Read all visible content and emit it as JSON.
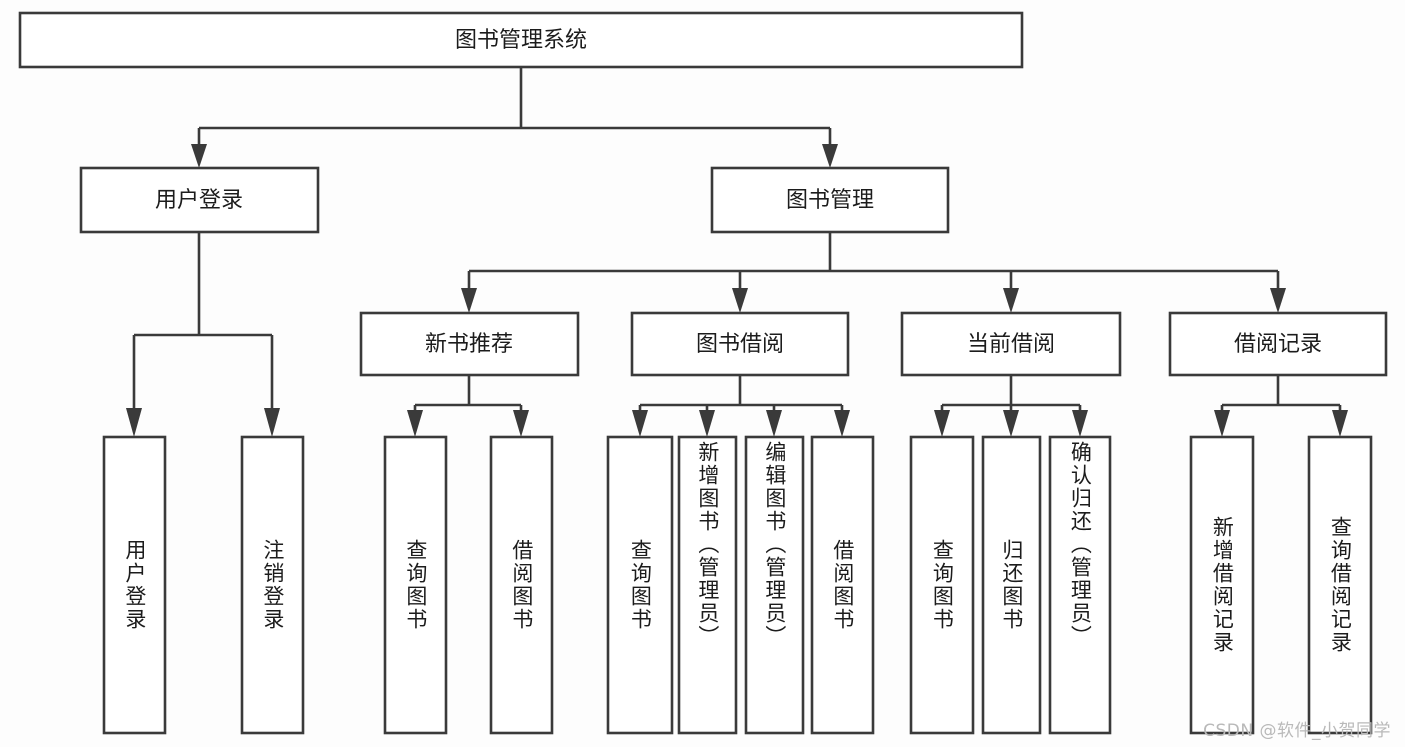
{
  "diagram": {
    "title": "图书管理系统",
    "type": "hierarchy-tree",
    "watermark": "CSDN @软件_小贺同学",
    "colors": {
      "stroke": "#3a3a3a",
      "node_fill": "#ffffff",
      "text": "#1c1c1c",
      "background": "#fdfdfd",
      "watermark": "#b9b9b9"
    },
    "levels": [
      {
        "level": 1,
        "nodes": [
          {
            "id": "root",
            "label": "图书管理系统",
            "orientation": "horizontal"
          }
        ]
      },
      {
        "level": 2,
        "nodes": [
          {
            "id": "user-login",
            "label": "用户登录",
            "orientation": "horizontal",
            "parent": "root"
          },
          {
            "id": "book-manage",
            "label": "图书管理",
            "orientation": "horizontal",
            "parent": "root"
          }
        ]
      },
      {
        "level": 3,
        "nodes": [
          {
            "id": "new-book-rec",
            "label": "新书推荐",
            "orientation": "horizontal",
            "parent": "book-manage"
          },
          {
            "id": "book-borrow",
            "label": "图书借阅",
            "orientation": "horizontal",
            "parent": "book-manage"
          },
          {
            "id": "current-borrow",
            "label": "当前借阅",
            "orientation": "horizontal",
            "parent": "book-manage"
          },
          {
            "id": "borrow-record",
            "label": "借阅记录",
            "orientation": "horizontal",
            "parent": "book-manage"
          }
        ]
      },
      {
        "level": 4,
        "nodes": [
          {
            "id": "leaf-user-login",
            "label": "用户登录",
            "orientation": "vertical",
            "parent": "user-login"
          },
          {
            "id": "leaf-logout",
            "label": "注销登录",
            "orientation": "vertical",
            "parent": "user-login"
          },
          {
            "id": "leaf-query-book-1",
            "label": "查询图书",
            "orientation": "vertical",
            "parent": "new-book-rec"
          },
          {
            "id": "leaf-borrow-book-1",
            "label": "借阅图书",
            "orientation": "vertical",
            "parent": "new-book-rec"
          },
          {
            "id": "leaf-query-book-2",
            "label": "查询图书",
            "orientation": "vertical",
            "parent": "book-borrow"
          },
          {
            "id": "leaf-add-book",
            "label": "新增图书（管理员）",
            "orientation": "vertical",
            "parent": "book-borrow"
          },
          {
            "id": "leaf-edit-book",
            "label": "编辑图书（管理员）",
            "orientation": "vertical",
            "parent": "book-borrow"
          },
          {
            "id": "leaf-borrow-book-2",
            "label": "借阅图书",
            "orientation": "vertical",
            "parent": "book-borrow"
          },
          {
            "id": "leaf-query-book-3",
            "label": "查询图书",
            "orientation": "vertical",
            "parent": "current-borrow"
          },
          {
            "id": "leaf-return-book",
            "label": "归还图书",
            "orientation": "vertical",
            "parent": "current-borrow"
          },
          {
            "id": "leaf-confirm-return",
            "label": "确认归还（管理员）",
            "orientation": "vertical",
            "parent": "current-borrow"
          },
          {
            "id": "leaf-add-record",
            "label": "新增借阅记录",
            "orientation": "vertical",
            "parent": "borrow-record"
          },
          {
            "id": "leaf-query-record",
            "label": "查询借阅记录",
            "orientation": "vertical",
            "parent": "borrow-record"
          }
        ]
      }
    ]
  }
}
